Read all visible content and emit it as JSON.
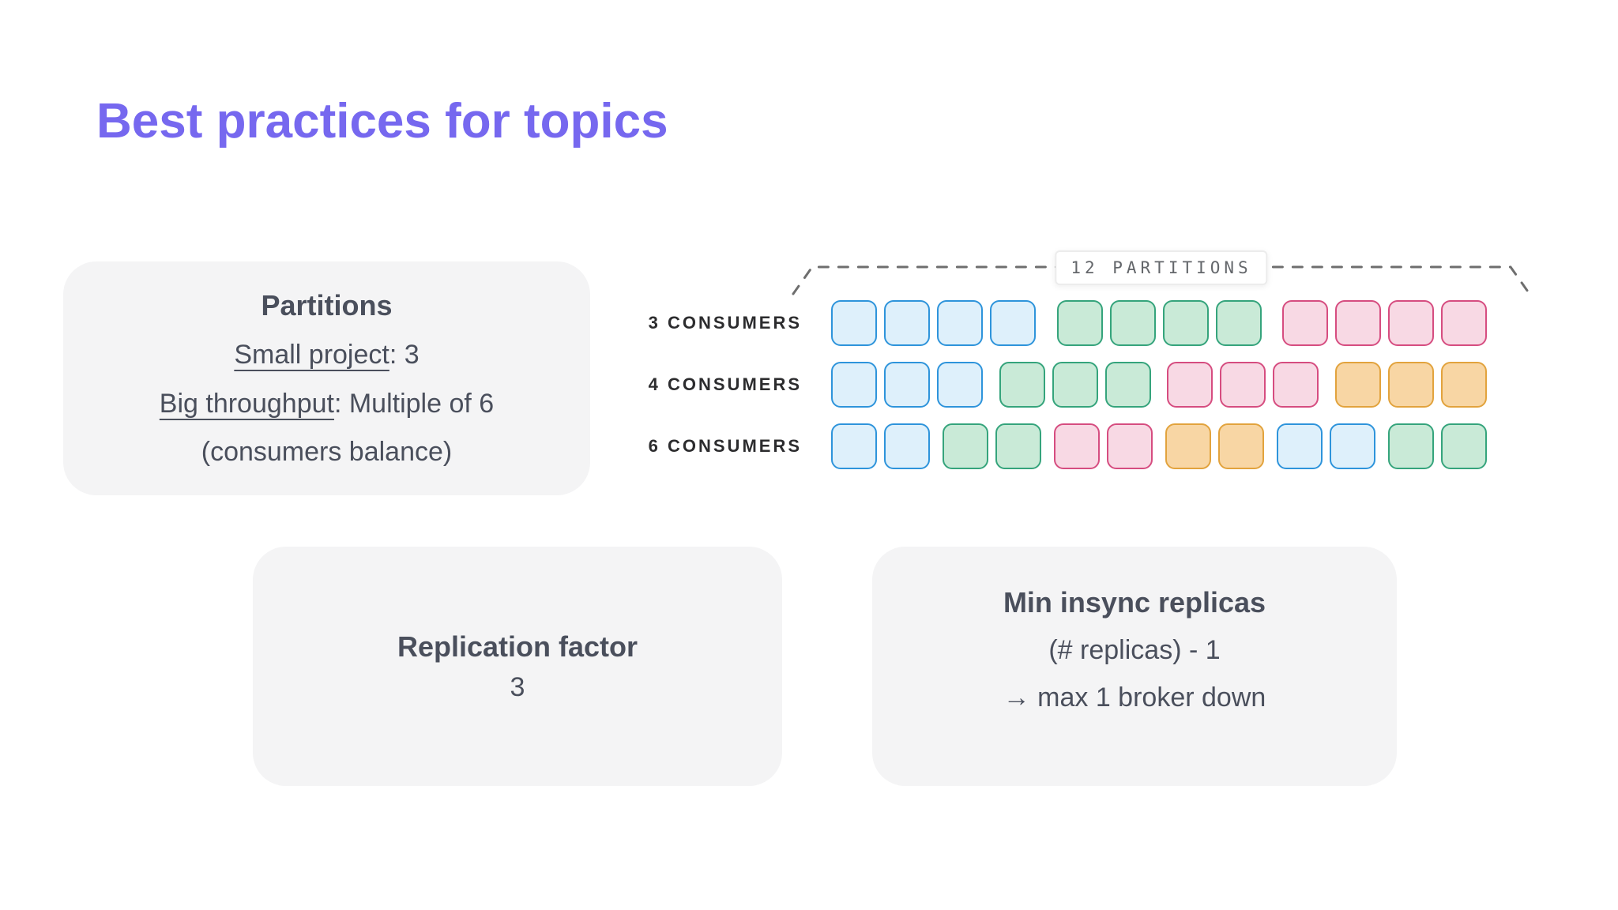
{
  "title": "Best practices for topics",
  "accent_color": "#7668ef",
  "cards": {
    "partitions": {
      "heading": "Partitions",
      "line1_label": "Small project",
      "line1_value": ": 3",
      "line2_label": "Big throughput",
      "line2_value": ": Multiple of 6",
      "line3": "(consumers balance)"
    },
    "replication": {
      "heading": "Replication factor",
      "value": "3"
    },
    "min_insync": {
      "heading": "Min insync replicas",
      "line1": "(# replicas) - 1",
      "line2": "→ max 1 broker down"
    }
  },
  "diagram": {
    "partitions_label": "12 PARTITIONS",
    "partition_count": 12,
    "colors": {
      "blue": {
        "border": "#2e94db",
        "fill": "#def0fb"
      },
      "green": {
        "border": "#35a47c",
        "fill": "#c9ead7"
      },
      "pink": {
        "border": "#d64d80",
        "fill": "#f8d9e4"
      },
      "orange": {
        "border": "#e2a33d",
        "fill": "#f8d6a4"
      }
    },
    "rows": [
      {
        "label": "3 CONSUMERS",
        "groups": [
          {
            "color": "blue",
            "count": 4
          },
          {
            "color": "green",
            "count": 4
          },
          {
            "color": "pink",
            "count": 4
          }
        ]
      },
      {
        "label": "4 CONSUMERS",
        "groups": [
          {
            "color": "blue",
            "count": 3
          },
          {
            "color": "green",
            "count": 3
          },
          {
            "color": "pink",
            "count": 3
          },
          {
            "color": "orange",
            "count": 3
          }
        ]
      },
      {
        "label": "6 CONSUMERS",
        "groups": [
          {
            "color": "blue",
            "count": 2
          },
          {
            "color": "green",
            "count": 2
          },
          {
            "color": "pink",
            "count": 2
          },
          {
            "color": "orange",
            "count": 2
          },
          {
            "color": "blue",
            "count": 2
          },
          {
            "color": "green",
            "count": 2
          }
        ]
      }
    ]
  }
}
